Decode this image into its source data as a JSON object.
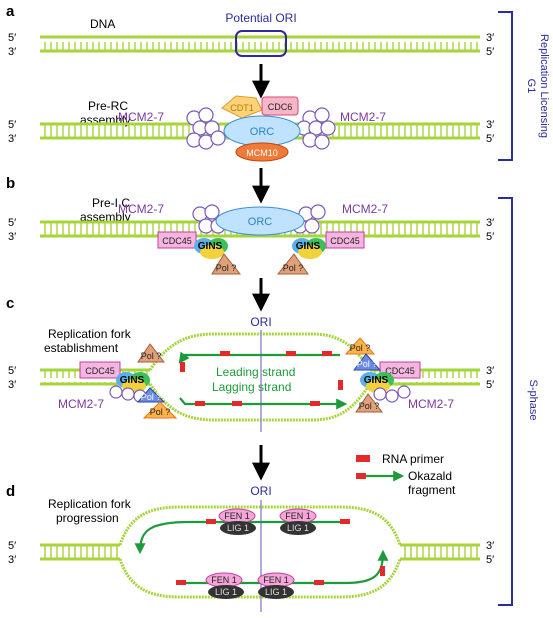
{
  "panels": {
    "a": "a",
    "b": "b",
    "c": "c",
    "d": "d"
  },
  "labels": {
    "dna": "DNA",
    "potential_ori": "Potential ORI",
    "pre_rc_1": "Pre-RC",
    "pre_rc_2": "assembly",
    "pre_ic_1": "Pre-I C",
    "pre_ic_2": "assembly",
    "fork_est_1": "Replication fork",
    "fork_est_2": "establishment",
    "fork_prog_1": "Replication fork",
    "fork_prog_2": "progression",
    "ori": "ORI",
    "leading": "Leading strand",
    "lagging": "Lagging strand"
  },
  "ends": {
    "five": "5′",
    "three": "3′"
  },
  "proteins": {
    "mcm": "MCM2-7",
    "orc": "ORC",
    "cdt1": "CDT1",
    "cdc6": "CDC6",
    "mcm10": "MCM10",
    "cdc45": "CDC45",
    "gins": "GINS",
    "pol": "Pol ?",
    "fen1": "FEN 1",
    "lig1": "LIG 1"
  },
  "legend": {
    "rna_primer": "RNA primer",
    "okazald_1": "Okazald",
    "okazald_2": "fragment"
  },
  "phases": {
    "g1_1": "G1",
    "g1_2": "Replication Licensing",
    "s_phase": "S-phase"
  },
  "colors": {
    "dna": "#a6d43a",
    "purple": "#7b3a9f",
    "navy": "#2c2c9a",
    "green_arrow": "#1e9a3a",
    "primer": "#e32a2a"
  }
}
